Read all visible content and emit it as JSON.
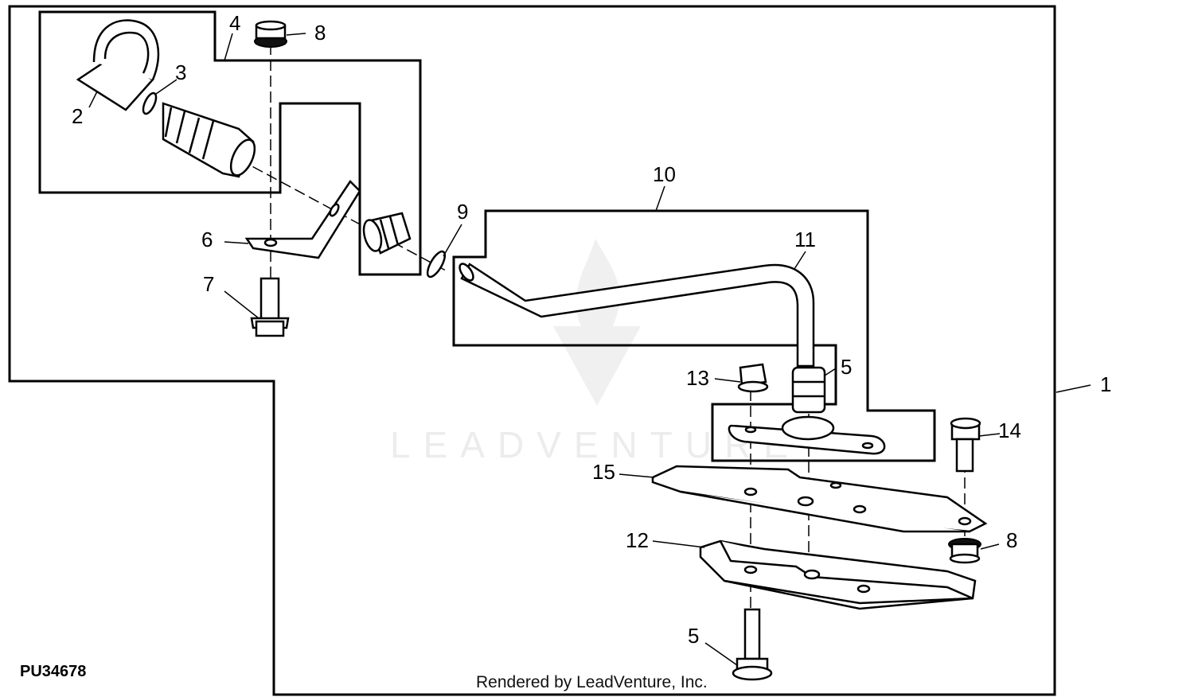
{
  "diagram": {
    "figure_id": "PU34678",
    "credit": "Rendered by LeadVenture, Inc.",
    "watermark": "LEADVENTURE",
    "callouts": [
      "1",
      "2",
      "3",
      "4",
      "5",
      "5",
      "6",
      "7",
      "8",
      "8",
      "9",
      "10",
      "11",
      "12",
      "13",
      "14",
      "15"
    ]
  }
}
